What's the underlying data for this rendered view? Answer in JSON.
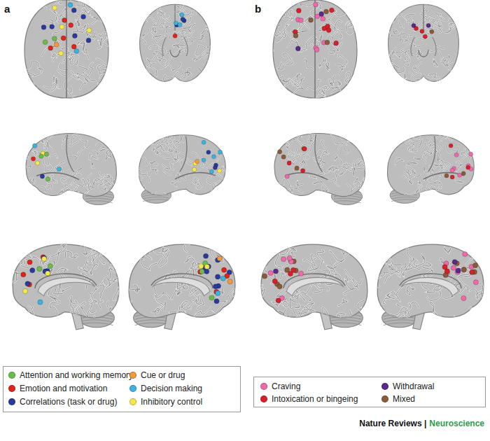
{
  "diagram": {
    "labels": [
      "a",
      "b",
      "Nature Reviews |",
      "Neuroscience"
    ],
    "legend": [
      {
        "text": "Attention and working memory",
        "color": "#6dbb4a"
      },
      {
        "text": "Emotion and motivation",
        "color": "#e2231a"
      },
      {
        "text": "Correlations (task or drug)",
        "color": "#2a3a9c"
      },
      {
        "text": "Cue or drug",
        "color": "#f39a3b"
      },
      {
        "text": "Decision making",
        "color": "#3bb3e0"
      },
      {
        "text": "Inhibitory control",
        "color": "#f4e94a"
      },
      {
        "text": "Craving",
        "color": "#ef6aa8"
      },
      {
        "text": "Intoxication or bingeing",
        "color": "#d8202a"
      },
      {
        "text": "Withdrawal",
        "color": "#5a2a8a"
      },
      {
        "text": "Mixed",
        "color": "#8c5a3a"
      }
    ]
  }
}
